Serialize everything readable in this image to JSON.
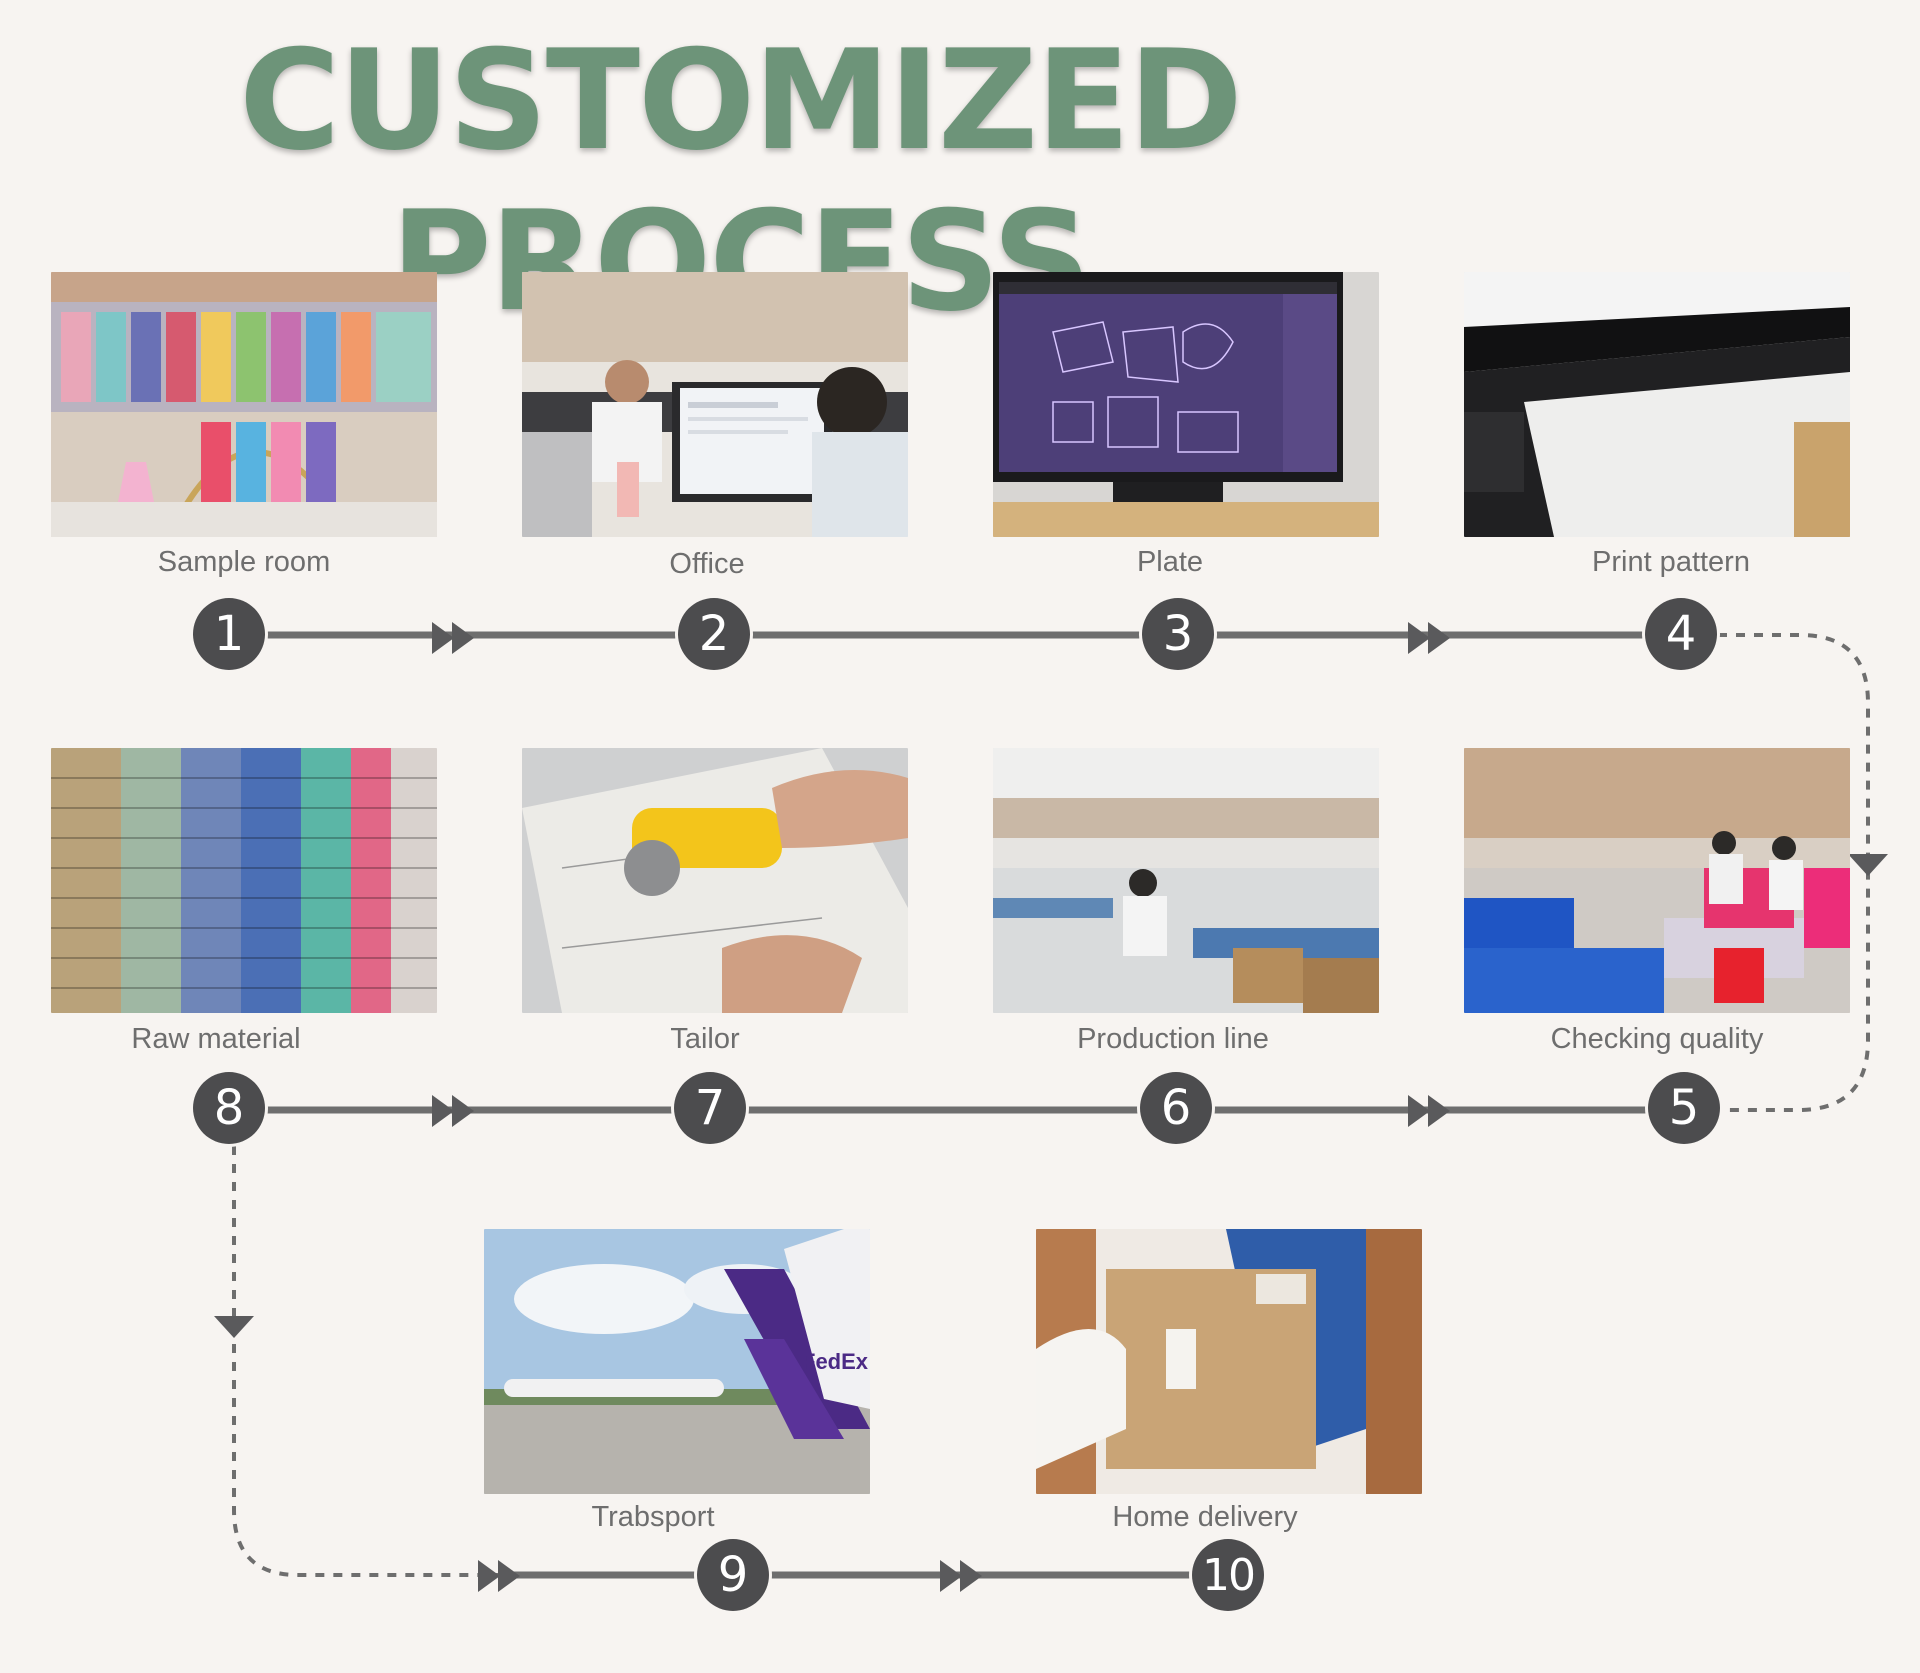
{
  "title": "CUSTOMIZED PROCESS",
  "colors": {
    "title": "#6d9479",
    "step_circle": "#4c4c4e",
    "connector": "#6e6e6e",
    "caption": "#6e6e6e",
    "background": "#f7f4f1"
  },
  "steps": [
    {
      "number": "1",
      "label": "Sample room"
    },
    {
      "number": "2",
      "label": "Office"
    },
    {
      "number": "3",
      "label": "Plate"
    },
    {
      "number": "4",
      "label": "Print pattern"
    },
    {
      "number": "5",
      "label": "Checking quality"
    },
    {
      "number": "6",
      "label": "Production line"
    },
    {
      "number": "7",
      "label": "Tailor"
    },
    {
      "number": "8",
      "label": "Raw material"
    },
    {
      "number": "9",
      "label": "Trabsport"
    },
    {
      "number": "10",
      "label": "Home delivery"
    }
  ],
  "photo_brand_text": "FedEx"
}
